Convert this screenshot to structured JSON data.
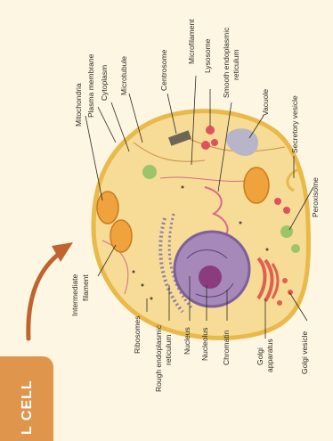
{
  "title": "L CELL",
  "labels": {
    "mitochondria": "Mitochondria",
    "plasma_membrane": "Plasma membrane",
    "cytoplasm": "Cytoplasm",
    "microtubule": "Microtubule",
    "centrosome": "Centrosome",
    "microfilament": "Microfilament",
    "lysosome": "Lysosome",
    "smooth_er_1": "Smooth endoplasmic",
    "smooth_er_2": "reticulum",
    "vacuole": "Vacuole",
    "secretory_vesicle": "Secretory vesicle",
    "peroxisome": "Peroxisome",
    "intermediate_1": "Intermediate",
    "intermediate_2": "filament",
    "ribosomes": "Ribosomes",
    "rough_er_1": "Rough endoplasmic",
    "rough_er_2": "reticulum",
    "nucleus": "Nucleus",
    "nucleolus": "Nucleolus",
    "chromatin": "Chromatin",
    "golgi_1": "Golgi",
    "golgi_2": "apparatus",
    "golgi_vesicle": "Golgi vesicle"
  },
  "colors": {
    "background": "#fdf6e3",
    "cytoplasm": "#f6dc96",
    "membrane": "#e9b949",
    "nucleus": "#a689b8",
    "nucleolus": "#8a3c7e",
    "mitochondria": "#f0a23c",
    "accent": "#e0954d",
    "arrow": "#c0642f"
  }
}
